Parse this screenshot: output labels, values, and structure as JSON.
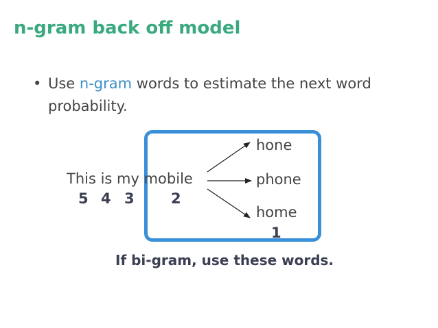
{
  "slide": {
    "title": "n-gram back off model"
  },
  "bullet": {
    "marker": "•",
    "prefix": "Use ",
    "highlight": "n-gram",
    "suffix": " words to estimate the next word",
    "line2": "probability."
  },
  "diagram": {
    "sentence": "This is my mobile",
    "positions": [
      "5",
      "4",
      "3",
      "2"
    ],
    "candidates": [
      "hone",
      "phone",
      "home"
    ],
    "candidate_position": "1",
    "caption": "If bi-gram, use these words.",
    "colors": {
      "title": "#3aaa7e",
      "highlight_word": "#3a8fc8",
      "box": "#3a8fd9"
    }
  }
}
